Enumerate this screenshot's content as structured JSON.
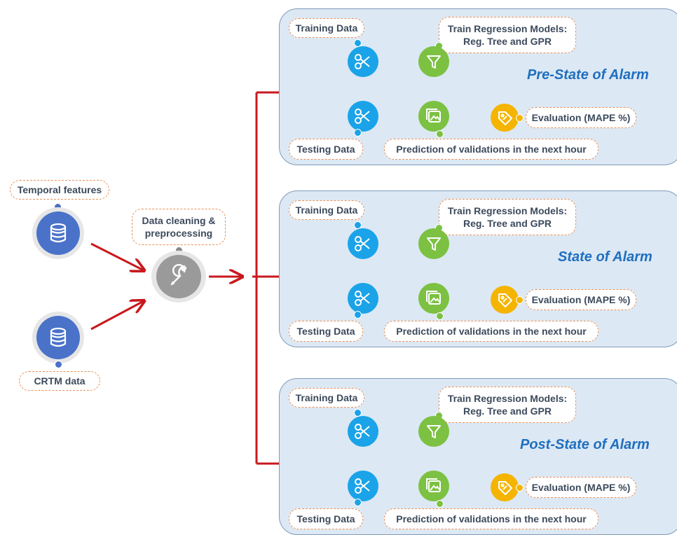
{
  "inputs": {
    "temporal_label": "Temporal features",
    "crtm_label": "CRTM data"
  },
  "preprocessing": {
    "label_line1": "Data cleaning &",
    "label_line2": "preprocessing"
  },
  "panels": [
    {
      "title": "Pre-State of Alarm",
      "training": "Training Data",
      "testing": "Testing Data",
      "train_models_line1": "Train Regression Models:",
      "train_models_line2": "Reg. Tree and GPR",
      "prediction": "Prediction of validations in the next hour",
      "evaluation": "Evaluation (MAPE %)"
    },
    {
      "title": "State of Alarm",
      "training": "Training Data",
      "testing": "Testing Data",
      "train_models_line1": "Train Regression Models:",
      "train_models_line2": "Reg. Tree and GPR",
      "prediction": "Prediction of validations in the next hour",
      "evaluation": "Evaluation (MAPE %)"
    },
    {
      "title": "Post-State of Alarm",
      "training": "Training Data",
      "testing": "Testing Data",
      "train_models_line1": "Train Regression Models:",
      "train_models_line2": "Reg. Tree and GPR",
      "prediction": "Prediction of validations in the next hour",
      "evaluation": "Evaluation (MAPE %)"
    }
  ],
  "colors": {
    "arrow": "#c8191e",
    "panel_fill": "#dce8f4",
    "panel_border": "#7f9bb8",
    "title": "#1f6fc0",
    "database": "#4a72c8",
    "wrench": "#9a9a9a",
    "scissors": "#1aa3e8",
    "model": "#7cc142",
    "evaluation": "#f4b400",
    "tag_border": "#e8915a"
  },
  "icons": [
    "database-icon",
    "wrench-icon",
    "scissors-icon",
    "funnel-icon",
    "image-icon",
    "price-tag-icon"
  ]
}
